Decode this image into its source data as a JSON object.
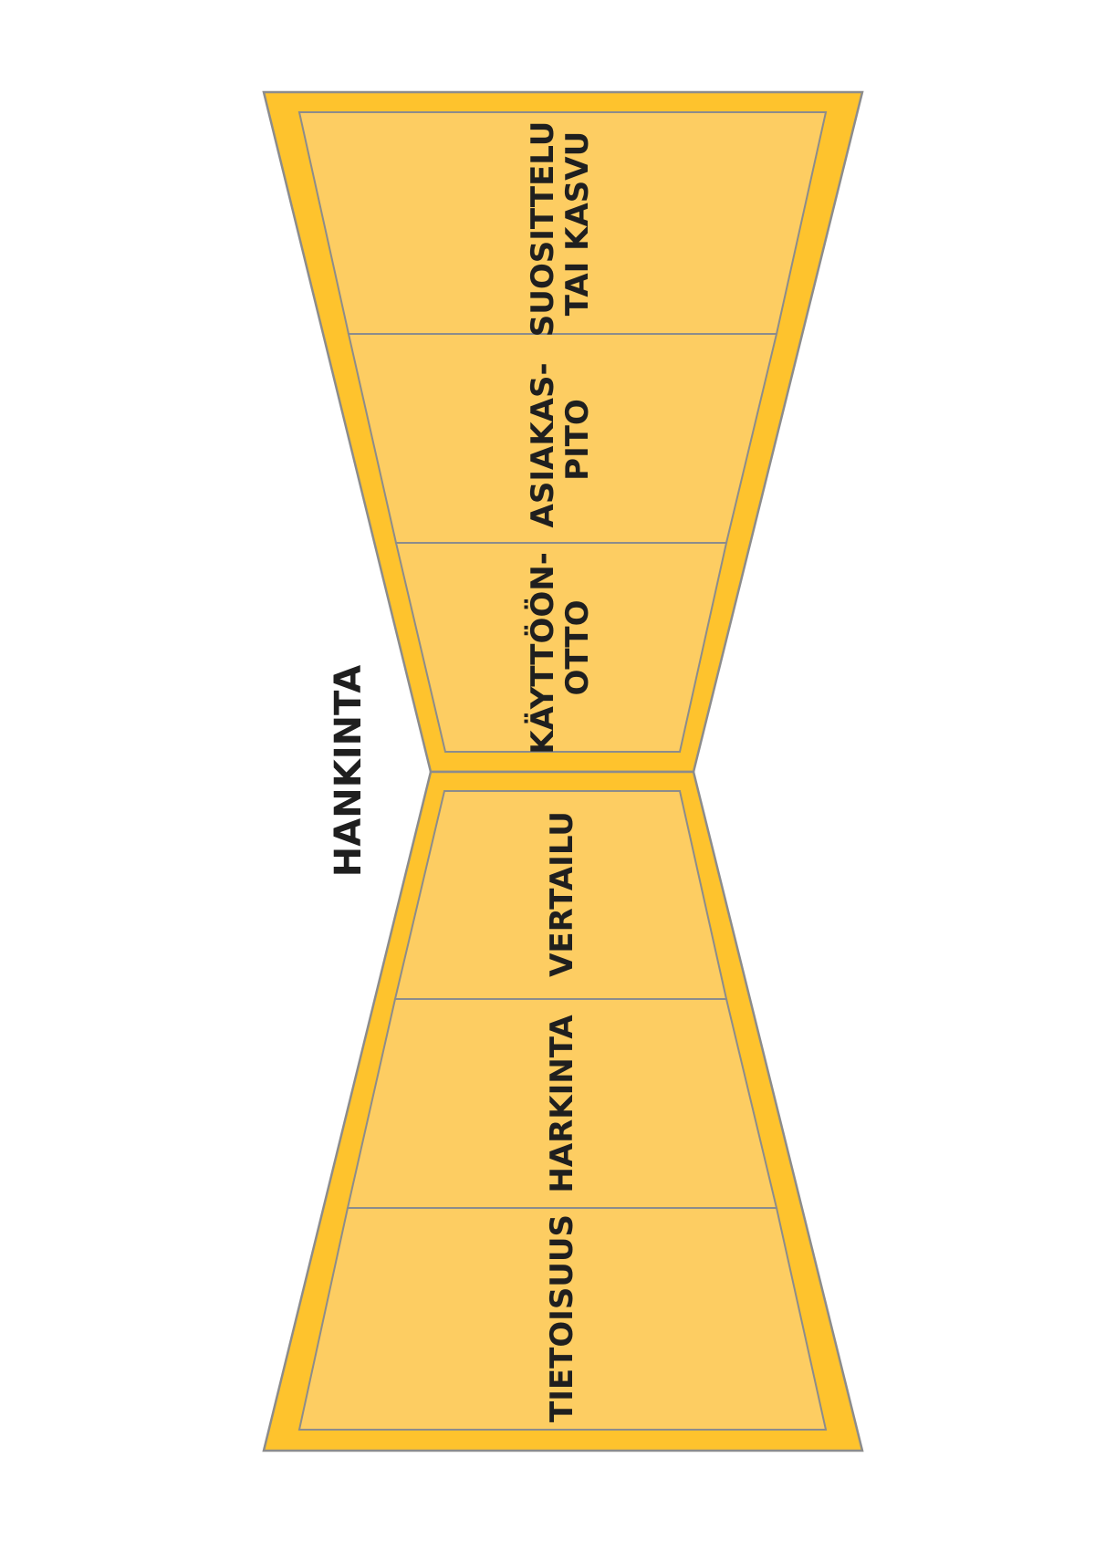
{
  "diagram": {
    "title": "HANKINTA",
    "colors": {
      "outer_fill": "#fec32d",
      "inner_fill": "#fdcd62",
      "stroke": "#8c8c8c",
      "text": "#1f1f1f"
    },
    "upper_stages": [
      {
        "lines": [
          "KÄYTTÖÖN-",
          "OTTO"
        ]
      },
      {
        "lines": [
          "ASIAKAS-",
          "PITO"
        ]
      },
      {
        "lines": [
          "SUOSITTELU",
          "TAI KASVU"
        ]
      }
    ],
    "lower_stages": [
      {
        "lines": [
          "VERTAILU"
        ]
      },
      {
        "lines": [
          "HARKINTA"
        ]
      },
      {
        "lines": [
          "TIETOISUUS"
        ]
      }
    ]
  }
}
